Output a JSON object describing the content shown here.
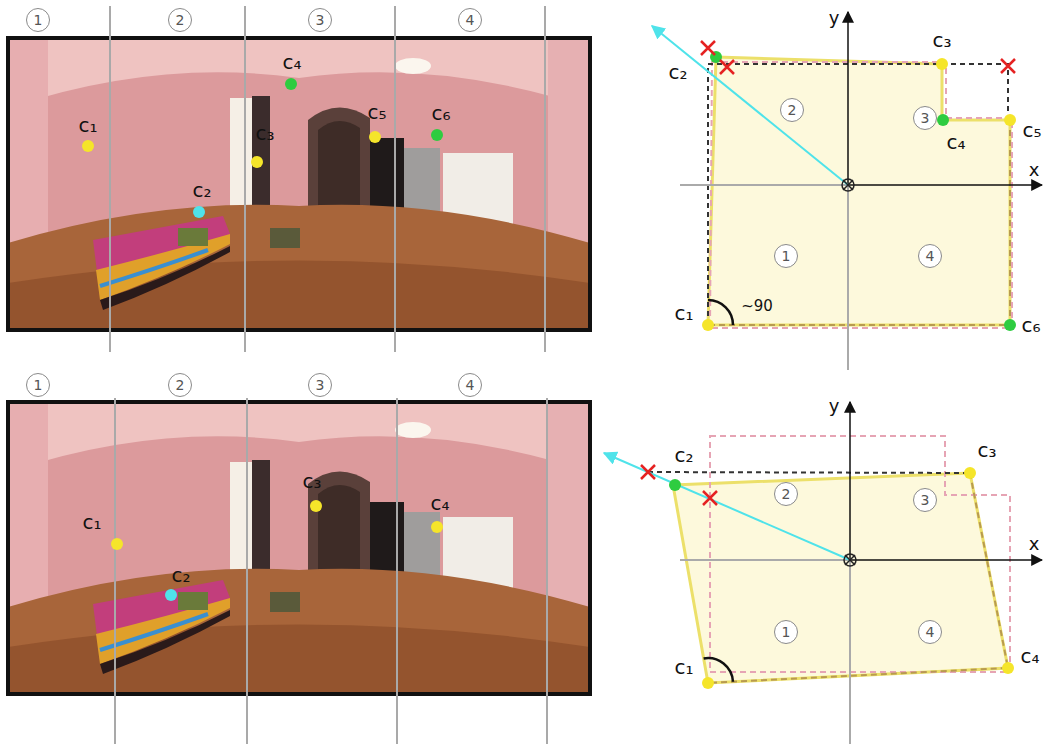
{
  "diagram": {
    "nodes": [
      {
        "text": [
          "1"
        ]
      },
      {
        "text": [
          "2"
        ]
      },
      {
        "text": [
          "3"
        ]
      },
      {
        "text": [
          "4"
        ]
      },
      {
        "text": [
          "1"
        ]
      },
      {
        "text": [
          "2"
        ]
      },
      {
        "text": [
          "3"
        ]
      },
      {
        "text": [
          "4"
        ]
      },
      {
        "text": [
          "2"
        ]
      },
      {
        "text": [
          "3"
        ]
      },
      {
        "text": [
          "1"
        ]
      },
      {
        "text": [
          "4"
        ]
      },
      {
        "text": [
          "2"
        ]
      },
      {
        "text": [
          "3"
        ]
      },
      {
        "text": [
          "1"
        ]
      },
      {
        "text": [
          "4"
        ]
      }
    ],
    "labels": [
      "c₁",
      "c₂",
      "c₃",
      "c₄",
      "c₅",
      "c₆",
      "c₁",
      "c₂",
      "c₃",
      "c₄",
      "y",
      "x",
      "c₂",
      "c₃",
      "c₄",
      "c₅",
      "c₆",
      "c₁",
      "~90",
      "y",
      "x",
      "c₂",
      "c₃",
      "c₁",
      "c₄"
    ]
  }
}
